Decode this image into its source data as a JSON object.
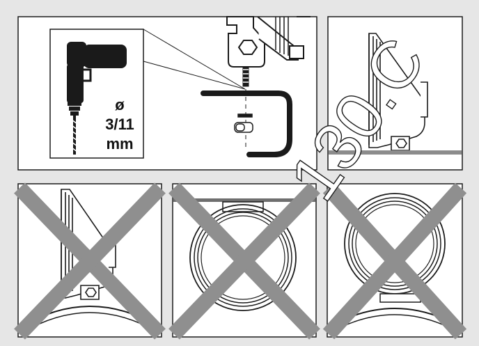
{
  "drill_spec": {
    "symbol": "ø",
    "size": "3/11",
    "unit": "mm"
  },
  "watermark": {
    "text": "130.C"
  },
  "panels": [
    {
      "id": "drill-detail",
      "status": "instruction"
    },
    {
      "id": "correct-flat-mount",
      "status": "correct"
    },
    {
      "id": "wrong-convex-side",
      "status": "incorrect"
    },
    {
      "id": "wrong-round-front-bar-top",
      "status": "incorrect"
    },
    {
      "id": "wrong-round-front-bar-bottom",
      "status": "incorrect"
    }
  ],
  "colors": {
    "background": "#e6e6e6",
    "panel": "#ffffff",
    "ink": "#1a1a1a",
    "mount_bar": "#8c8c8c",
    "cross": "#8f8f8f"
  }
}
